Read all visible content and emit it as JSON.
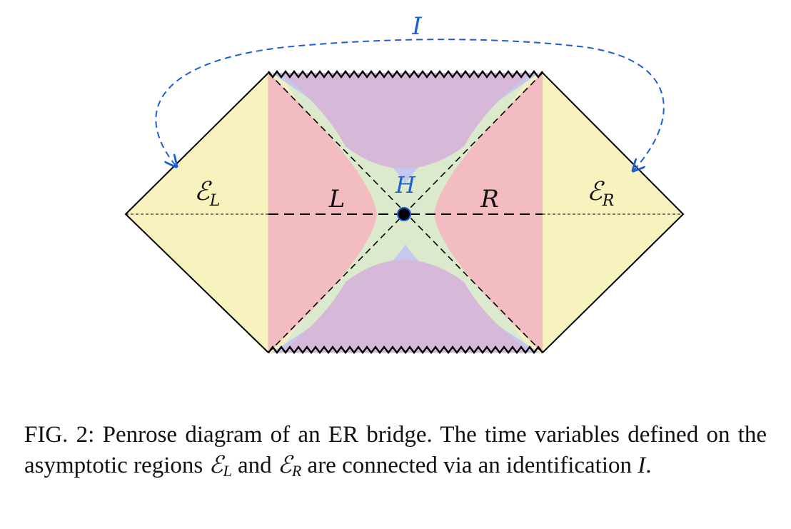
{
  "labels": {
    "identification": "I",
    "horizon_point": "H",
    "left_region": "L",
    "right_region": "R",
    "left_asymptotic": {
      "main": "ℰ",
      "sub": "L"
    },
    "right_asymptotic": {
      "main": "ℰ",
      "sub": "R"
    }
  },
  "caption": {
    "fig": "FIG. 2:",
    "part1": "Penrose diagram of an ER bridge. The time variables defined on the asymptotic regions",
    "sym1": "ℰ",
    "sym1_sub": "L",
    "part2": "and",
    "sym2": "ℰ",
    "sym2_sub": "R",
    "part3": "are connected via an identification",
    "sym3": "I",
    "part4": "."
  },
  "colors": {
    "asymptotic_fill": "#f8f2bf",
    "outer_region_fill": "#f2bcc0",
    "interior_fill": "#d6b8d9",
    "horizon_glow": "#c5c8ee",
    "horizon_green": "#dbe9cc",
    "identification_arrow": "#1a5fd6",
    "line": "#000000"
  }
}
